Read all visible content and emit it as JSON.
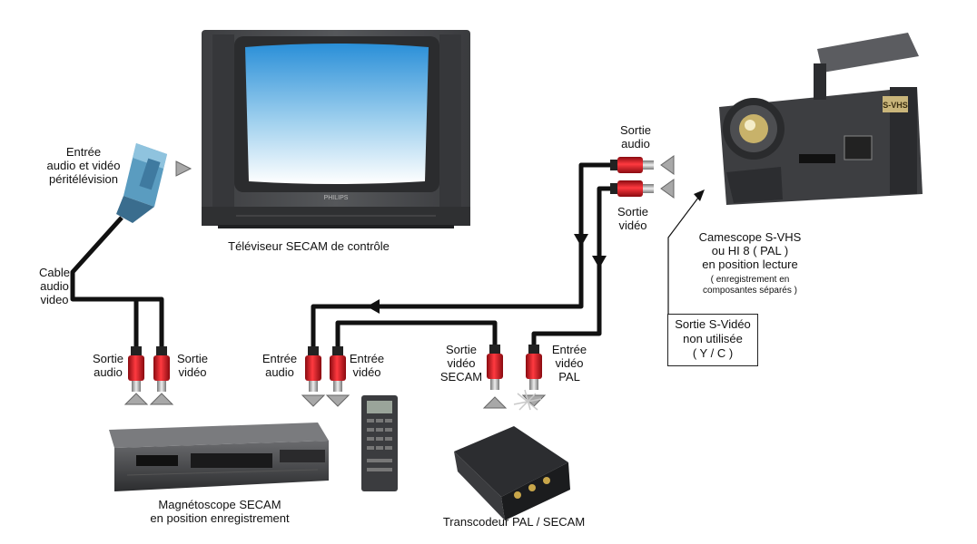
{
  "labels": {
    "tv": "Téléviseur SECAM de contrôle",
    "peritel": [
      "Entrée",
      "audio et vidéo",
      "péritélévision"
    ],
    "cable": [
      "Cable",
      "audio",
      "video"
    ],
    "vcr_out_audio": [
      "Sortie",
      "audio"
    ],
    "vcr_out_video": [
      "Sortie",
      "vidéo"
    ],
    "vcr_in_audio": [
      "Entrée",
      "audio"
    ],
    "vcr_in_video": [
      "Entrée",
      "vidéo"
    ],
    "trans_out": [
      "Sortie",
      "vidéo",
      "SECAM"
    ],
    "trans_in": [
      "Entrée",
      "vidéo",
      "PAL"
    ],
    "cam_out_audio": [
      "Sortie",
      "audio"
    ],
    "cam_out_video": [
      "Sortie",
      "vidéo"
    ],
    "camcorder": [
      "Camescope S-VHS",
      "ou HI 8 ( PAL )",
      "en position lecture"
    ],
    "camcorder_note": [
      "( enregistrement en",
      "composantes séparés )"
    ],
    "svideo": [
      "Sortie S-Vidéo",
      "non utilisée",
      "( Y / C )"
    ],
    "vcr": [
      "Magnétoscope SECAM",
      "en position enregistrement"
    ],
    "transcoder": "Transcodeur PAL / SECAM"
  },
  "device_text": {
    "tv_brand": "PHILIPS",
    "camcorder_badge": "S-VHS"
  },
  "colors": {
    "cable": "#111111",
    "plug_red": "#d8141c",
    "connector_grey": "#9a9a9a",
    "tv_body": "#4a4b4d",
    "screen_top": "#2a8fd8",
    "screen_bottom": "#ffffff",
    "scart_blue": "#5a9cc0"
  }
}
